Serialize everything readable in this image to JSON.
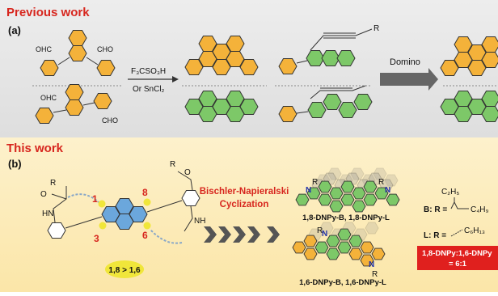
{
  "colors": {
    "heading": "#d7261e",
    "bg_top": "#e4e4e4",
    "bg_bottom": "#fcebb8",
    "ring_orange": "#f4b23a",
    "ring_green": "#7dc868",
    "ring_blue": "#6ba7dc",
    "ring_yellow_dot": "#f0e63a",
    "ratio_box": "#e0201e",
    "label_red": "#d7261e",
    "arrow_red": "#e0201e",
    "arrow_gray": "#666666"
  },
  "section_a": {
    "heading": "Previous work",
    "label": "(a)",
    "cho_tl": "OHC",
    "cho_tr": "CHO",
    "cho_bl": "OHC",
    "cho_br": "CHO",
    "reagent_1": "F₃CSO₃H",
    "reagent_2": "Or SnCl₂",
    "alkyne_r": "R",
    "domino": "Domino"
  },
  "section_b": {
    "heading": "This work",
    "label": "(b)",
    "amide_o_left": "O",
    "amide_r_left": "R",
    "amide_nh_left": "HN",
    "amide_o_right": "O",
    "amide_r_right": "R",
    "amide_nh_right": "NH",
    "pos_1": "1",
    "pos_8": "8",
    "pos_3": "3",
    "pos_6": "6",
    "selectivity": "1,8 > 1,6",
    "reaction_1": "Bischler-Napieralski",
    "reaction_2": "Cyclization",
    "product_top_r1": "R",
    "product_top_r2": "R",
    "product_top_n1": "N",
    "product_top_n2": "N",
    "product_top_name": "1,8-DNPy-B, 1,8-DNPy-L",
    "product_bot_r1": "R",
    "product_bot_r2": "R",
    "product_bot_n1": "N",
    "product_bot_n2": "N",
    "product_bot_name": "1,6-DNPy-B, 1,6-DNPy-L",
    "b_def": "B: R =",
    "b_sub_top": "C₂H₅",
    "b_sub_bot": "C₄H₉",
    "l_def": "L: R =",
    "l_sub": "C₆H₁₃",
    "ratio_1": "1,8-DNPy:1,6-DNPy",
    "ratio_2": "= 6:1"
  }
}
